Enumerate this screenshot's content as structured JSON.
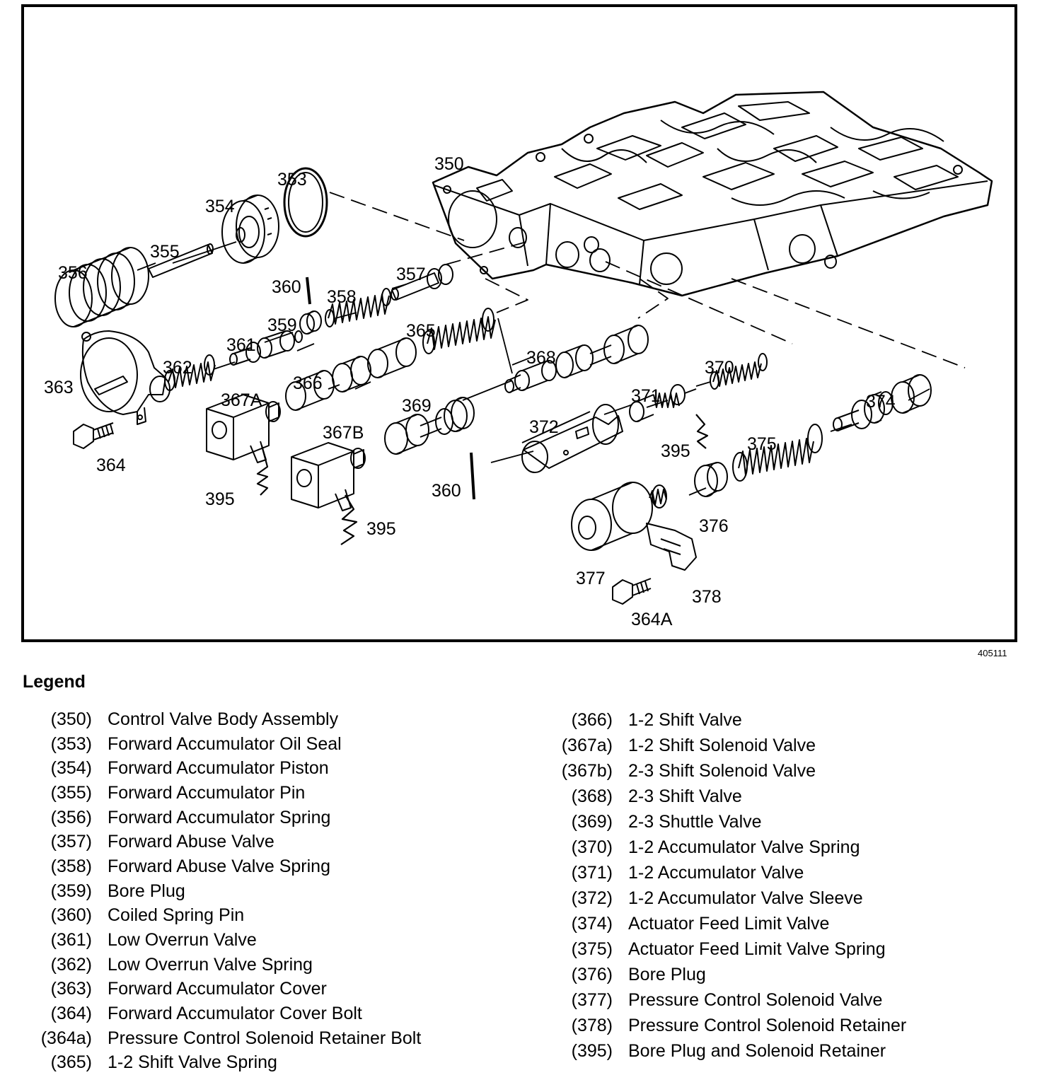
{
  "figure": {
    "id": "405111",
    "callouts": [
      "350",
      "353",
      "354",
      "355",
      "356",
      "357",
      "358",
      "359",
      "360",
      "361",
      "362",
      "363",
      "364",
      "365",
      "366",
      "367A",
      "367B",
      "368",
      "369",
      "360",
      "370",
      "371",
      "372",
      "395",
      "374",
      "375",
      "376",
      "377",
      "378",
      "364A",
      "395",
      "395"
    ]
  },
  "legend": {
    "title": "Legend",
    "left": [
      {
        "num": "(350)",
        "desc": "Control Valve Body Assembly"
      },
      {
        "num": "(353)",
        "desc": "Forward Accumulator Oil Seal"
      },
      {
        "num": "(354)",
        "desc": "Forward Accumulator Piston"
      },
      {
        "num": "(355)",
        "desc": "Forward Accumulator Pin"
      },
      {
        "num": "(356)",
        "desc": "Forward Accumulator Spring"
      },
      {
        "num": "(357)",
        "desc": "Forward Abuse Valve"
      },
      {
        "num": "(358)",
        "desc": "Forward Abuse Valve Spring"
      },
      {
        "num": "(359)",
        "desc": "Bore Plug"
      },
      {
        "num": "(360)",
        "desc": "Coiled Spring Pin"
      },
      {
        "num": "(361)",
        "desc": "Low Overrun Valve"
      },
      {
        "num": "(362)",
        "desc": "Low Overrun Valve Spring"
      },
      {
        "num": "(363)",
        "desc": "Forward Accumulator Cover"
      },
      {
        "num": "(364)",
        "desc": "Forward Accumulator Cover Bolt"
      },
      {
        "num": "(364a)",
        "desc": "Pressure Control Solenoid Retainer Bolt"
      },
      {
        "num": "(365)",
        "desc": "1-2 Shift Valve Spring"
      }
    ],
    "right": [
      {
        "num": "(366)",
        "desc": "1-2 Shift Valve"
      },
      {
        "num": "(367a)",
        "desc": "1-2 Shift Solenoid Valve"
      },
      {
        "num": "(367b)",
        "desc": "2-3 Shift Solenoid Valve"
      },
      {
        "num": "(368)",
        "desc": "2-3 Shift Valve"
      },
      {
        "num": "(369)",
        "desc": "2-3 Shuttle Valve"
      },
      {
        "num": "(370)",
        "desc": "1-2 Accumulator Valve Spring"
      },
      {
        "num": "(371)",
        "desc": "1-2 Accumulator Valve"
      },
      {
        "num": "(372)",
        "desc": "1-2 Accumulator Valve Sleeve"
      },
      {
        "num": "(374)",
        "desc": "Actuator Feed Limit Valve"
      },
      {
        "num": "(375)",
        "desc": "Actuator Feed Limit Valve Spring"
      },
      {
        "num": "(376)",
        "desc": "Bore Plug"
      },
      {
        "num": "(377)",
        "desc": "Pressure Control Solenoid Valve"
      },
      {
        "num": "(378)",
        "desc": "Pressure Control Solenoid Retainer"
      },
      {
        "num": "(395)",
        "desc": "Bore Plug and Solenoid Retainer"
      }
    ]
  }
}
